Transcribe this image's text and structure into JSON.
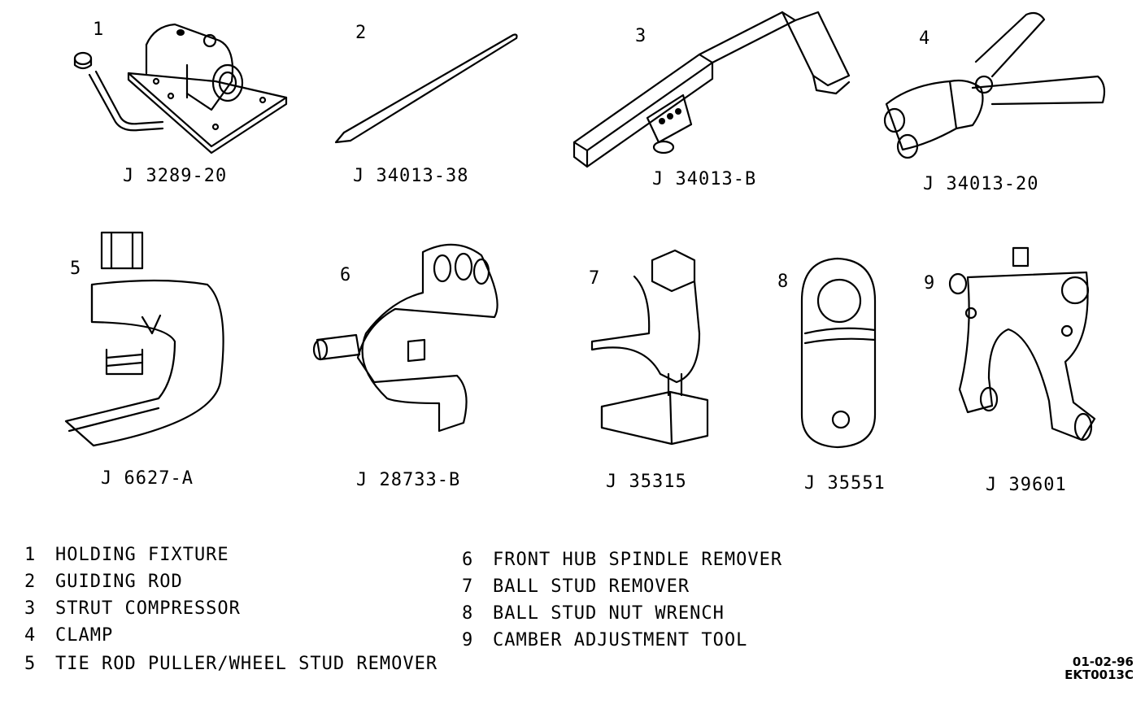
{
  "tools": [
    {
      "number": "1",
      "part_number": "J 3289-20"
    },
    {
      "number": "2",
      "part_number": "J 34013-38"
    },
    {
      "number": "3",
      "part_number": "J 34013-B"
    },
    {
      "number": "4",
      "part_number": "J 34013-20"
    },
    {
      "number": "5",
      "part_number": "J 6627-A"
    },
    {
      "number": "6",
      "part_number": "J 28733-B"
    },
    {
      "number": "7",
      "part_number": "J 35315"
    },
    {
      "number": "8",
      "part_number": "J 35551"
    },
    {
      "number": "9",
      "part_number": "J 39601"
    }
  ],
  "legend": [
    {
      "number": "1",
      "name": "HOLDING FIXTURE"
    },
    {
      "number": "2",
      "name": "GUIDING ROD"
    },
    {
      "number": "3",
      "name": "STRUT COMPRESSOR"
    },
    {
      "number": "4",
      "name": "CLAMP"
    },
    {
      "number": "5",
      "name": "TIE ROD PULLER/WHEEL STUD REMOVER"
    },
    {
      "number": "6",
      "name": "FRONT HUB SPINDLE REMOVER"
    },
    {
      "number": "7",
      "name": "BALL STUD REMOVER"
    },
    {
      "number": "8",
      "name": "BALL STUD NUT WRENCH"
    },
    {
      "number": "9",
      "name": "CAMBER ADJUSTMENT TOOL"
    }
  ],
  "figure_code": {
    "date": "01-02-96",
    "id": "EKT0013C"
  }
}
